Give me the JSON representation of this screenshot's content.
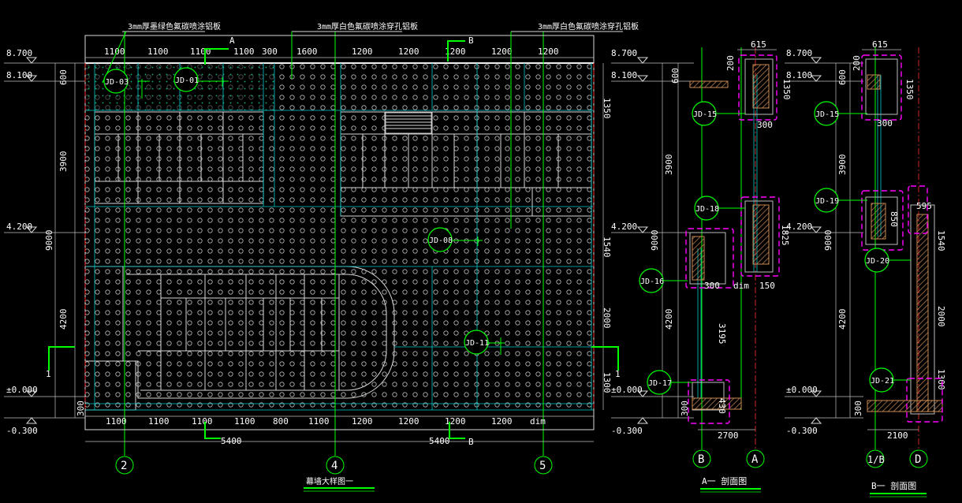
{
  "main": {
    "notes": [
      "3mm厚墨绿色氟碳喷涂铝板",
      "3mm厚白色氟碳喷涂穿孔铝板",
      "3mm厚白色氟碳喷涂穿孔铝板"
    ],
    "top_dims": [
      "1100",
      "1100",
      "1100",
      "1100",
      "300",
      "1600",
      "1200",
      "1200",
      "1200",
      "1200",
      "1200"
    ],
    "bottom_dims": [
      "1100",
      "1100",
      "1100",
      "1100",
      "800",
      "1100",
      "1200",
      "1200",
      "1200",
      "1200",
      "dim"
    ],
    "total_dims": [
      "5400",
      "5400"
    ],
    "left_levels": [
      "8.700",
      "8.100",
      "4.200",
      "±0.000",
      "-0.300"
    ],
    "left_dims": [
      "600",
      "3900",
      "9000",
      "4200",
      "300"
    ],
    "right_dims": [
      "1350",
      "1540",
      "2000",
      "1300"
    ],
    "section_marks": {
      "a": "A",
      "b": "B",
      "one": "1"
    },
    "tags": [
      "JD-03",
      "JD-01",
      "JD-08",
      "JD-11"
    ],
    "axes": [
      "2",
      "4",
      "5"
    ],
    "title": "幕墙大样图一"
  },
  "section_a": {
    "levels": [
      "8.700",
      "8.100",
      "4.200",
      "±0.000",
      "-0.300"
    ],
    "left_dims": [
      "600",
      "3900",
      "9000",
      "4200",
      "300"
    ],
    "top_dim": "615",
    "dims": [
      "200",
      "1350",
      "300",
      "1825",
      "300",
      "dim",
      "150",
      "3195",
      "430",
      "2700"
    ],
    "tags": [
      "JD-15",
      "JD-18",
      "JD-16",
      "JD-17"
    ],
    "axes": [
      "B",
      "A"
    ],
    "title": "A一 剖面图"
  },
  "section_b": {
    "levels": [
      "8.700",
      "8.100",
      "4.200",
      "±0.000",
      "-0.300"
    ],
    "left_dims": [
      "600",
      "3900",
      "9000",
      "4200",
      "300"
    ],
    "top_dim": "615",
    "dims": [
      "200",
      "1350",
      "300",
      "850",
      "595",
      "1540",
      "2000",
      "1300",
      "2100"
    ],
    "tags": [
      "JD-15",
      "JD-19",
      "JD-20",
      "JD-21"
    ],
    "axes": [
      "1/B",
      "D"
    ],
    "title": "B一 剖面图"
  }
}
